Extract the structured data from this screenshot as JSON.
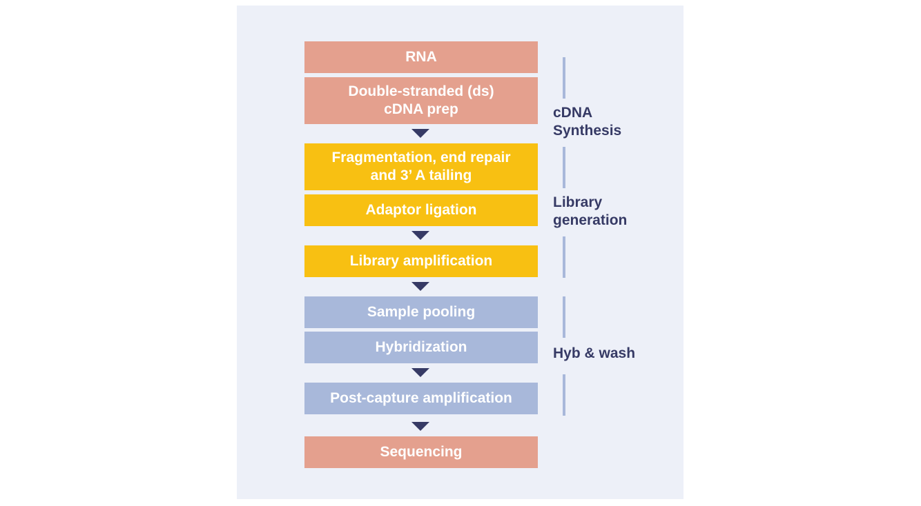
{
  "steps": {
    "rna": "RNA",
    "ds_cdna_line1": "Double-stranded (ds)",
    "ds_cdna_line2": "cDNA prep",
    "fragmentation_line1": "Fragmentation, end repair",
    "fragmentation_line2": "and 3’ A tailing",
    "adaptor_ligation": "Adaptor ligation",
    "library_amplification": "Library amplification",
    "sample_pooling": "Sample pooling",
    "hybridization": "Hybridization",
    "post_capture_amplification": "Post-capture amplification",
    "sequencing": "Sequencing"
  },
  "stages": {
    "cdna_line1": "cDNA",
    "cdna_line2": "Synthesis",
    "library_line1": "Library",
    "library_line2": "generation",
    "hyb_wash": "Hyb & wash"
  },
  "colors": {
    "panel_background": "#edf0f8",
    "stage_pink": "#e4a08e",
    "stage_yellow": "#f8c012",
    "stage_blue": "#a8b8da",
    "arrow_and_label": "#363a65"
  }
}
